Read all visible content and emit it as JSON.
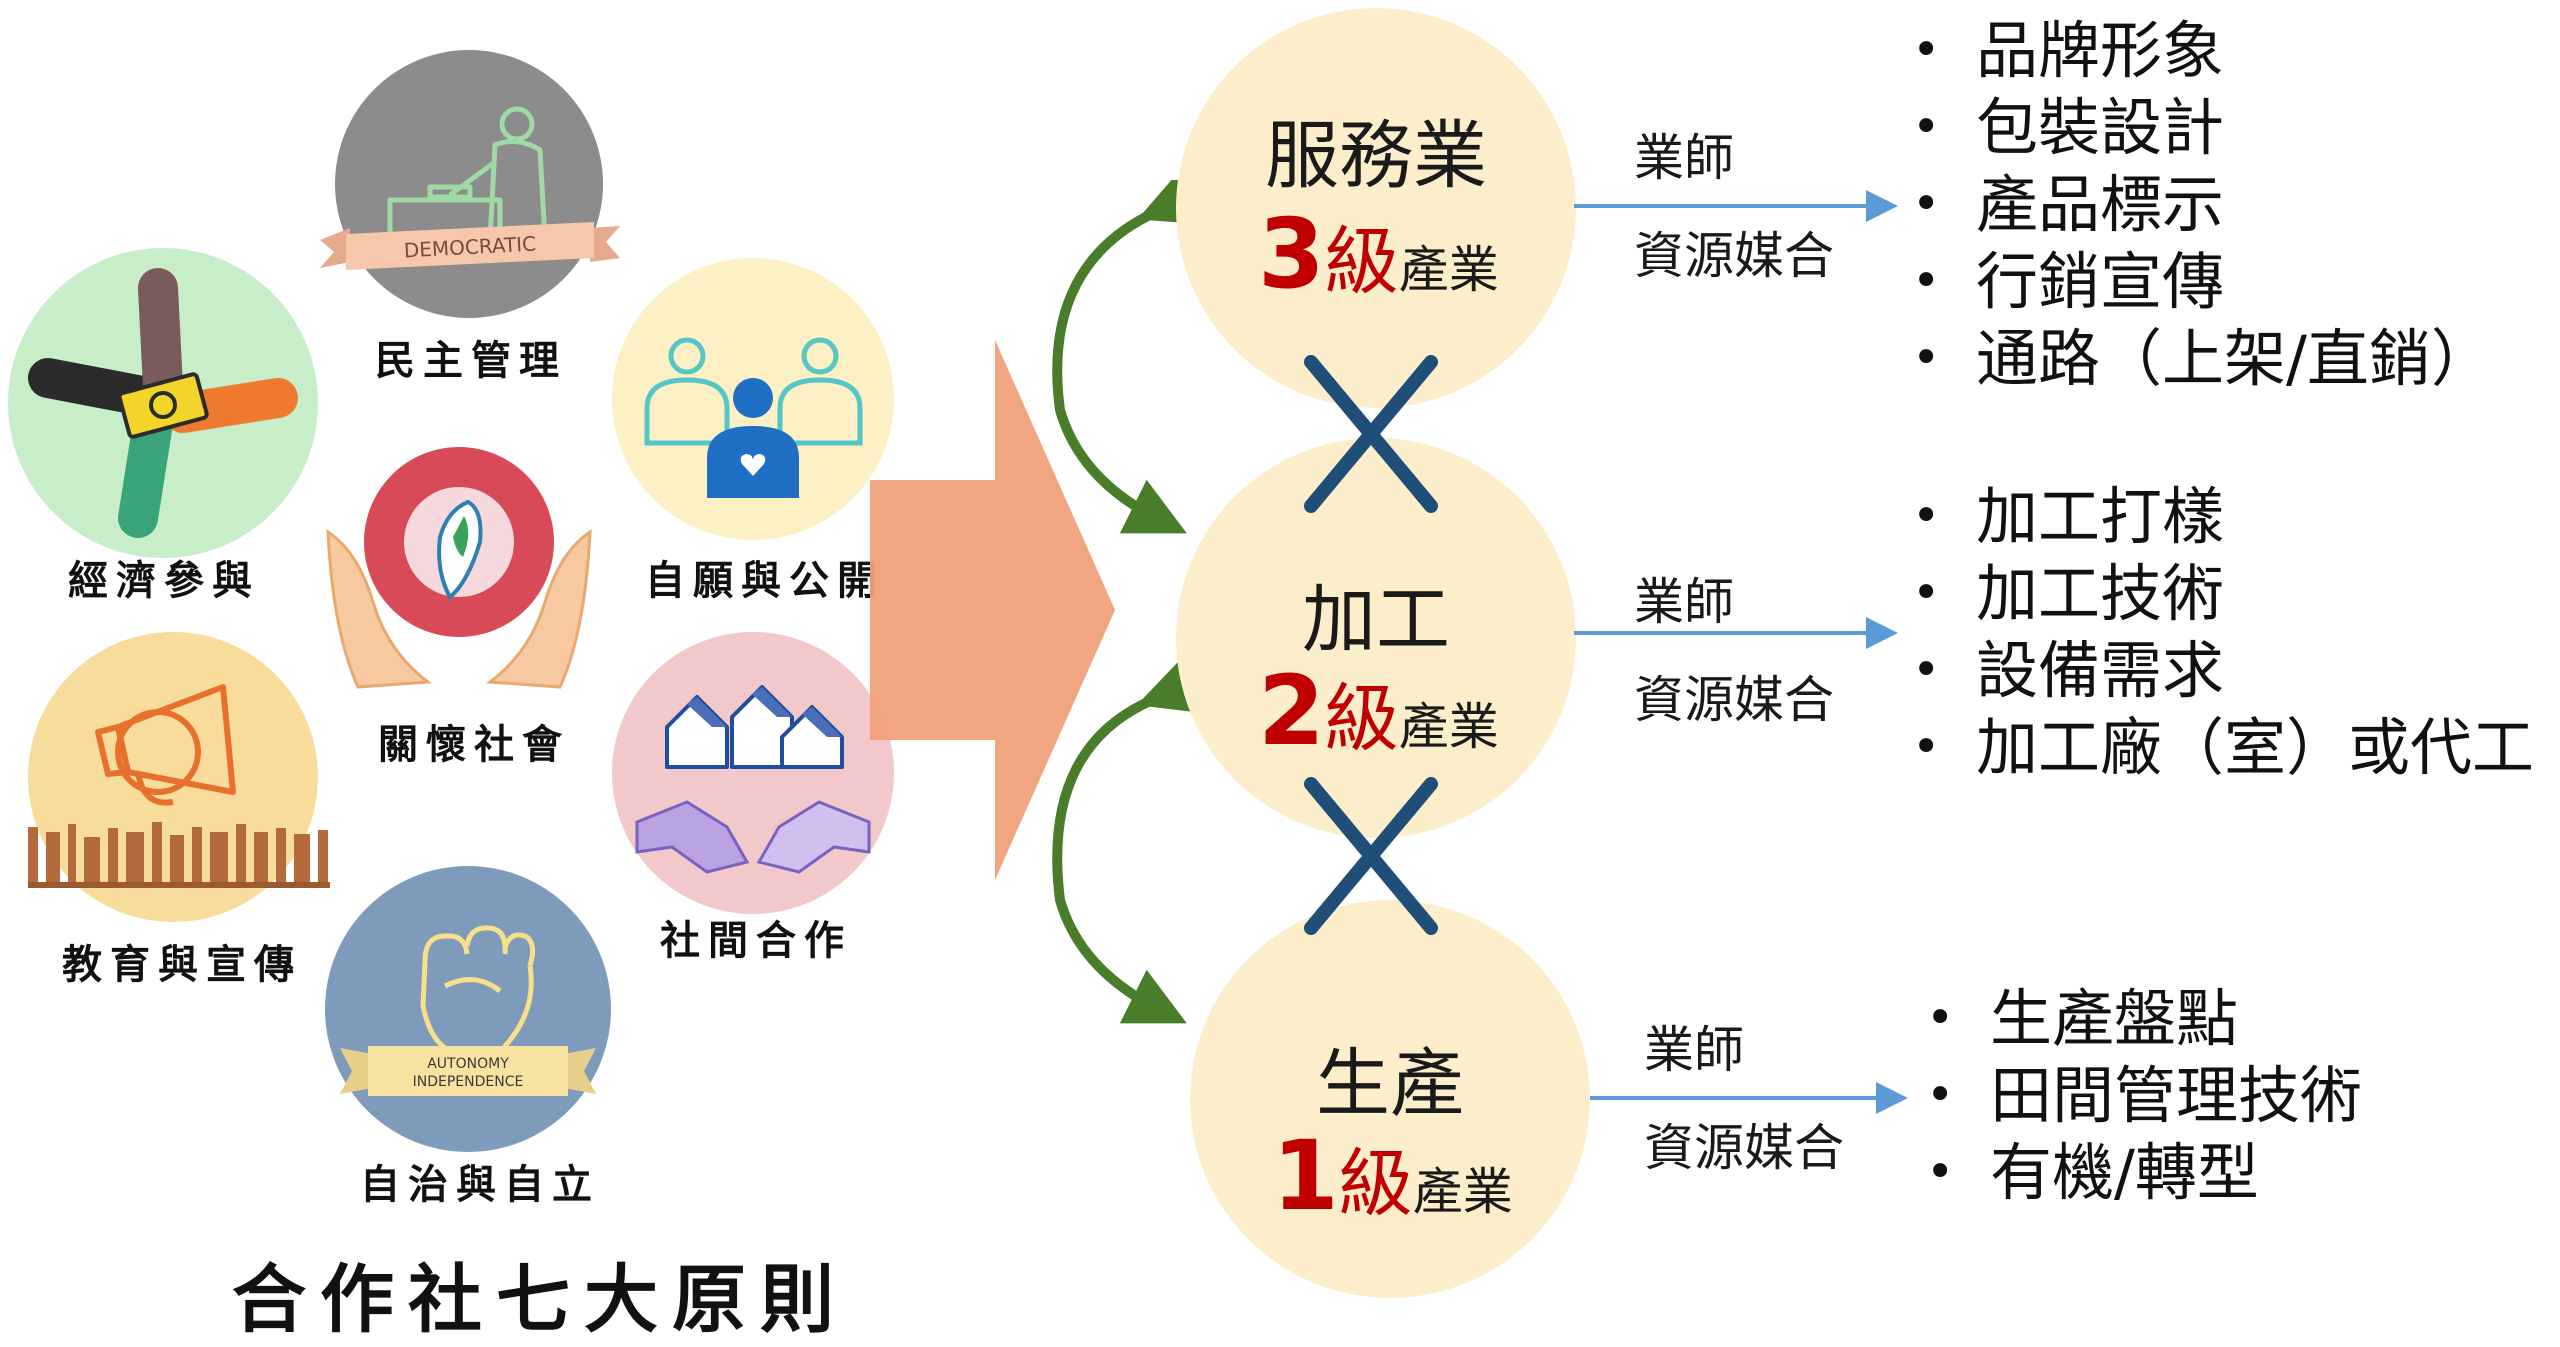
{
  "principles": {
    "democratic": {
      "caption": "民主管理",
      "banner": "DEMOCRATIC"
    },
    "economic": {
      "caption": "經濟參與"
    },
    "voluntary": {
      "caption": "自願與公開"
    },
    "community": {
      "caption": "關懷社會"
    },
    "education": {
      "caption": "教育與宣傳"
    },
    "cooperation": {
      "caption": "社間合作"
    },
    "autonomy": {
      "caption": "自治與自立",
      "banner_line1": "AUTONOMY",
      "banner_line2": "INDEPENDENCE"
    }
  },
  "footer_title": "合作社七大原則",
  "industries": [
    {
      "name": "服務業",
      "level_num": "3",
      "level_ji": "級",
      "level_suffix": "產業",
      "match_top": "業師",
      "match_bottom": "資源媒合",
      "items": [
        "品牌形象",
        "包裝設計",
        "產品標示",
        "行銷宣傳",
        "通路（上架/直銷）"
      ]
    },
    {
      "name": "加工",
      "level_num": "2",
      "level_ji": "級",
      "level_suffix": "產業",
      "match_top": "業師",
      "match_bottom": "資源媒合",
      "items": [
        "加工打樣",
        "加工技術",
        "設備需求",
        "加工廠（室）或代工"
      ]
    },
    {
      "name": "生產",
      "level_num": "1",
      "level_ji": "級",
      "level_suffix": "產業",
      "match_top": "業師",
      "match_bottom": "資源媒合",
      "items": [
        "生產盤點",
        "田間管理技術",
        "有機/轉型"
      ]
    }
  ],
  "colors": {
    "level_red": "#c00000",
    "cross_blue": "#1f4e79",
    "arc_green": "#4a7d2a",
    "link_blue": "#5b9bd5",
    "big_arrow": "#f0a07a",
    "industry_fill": "#fdeecb"
  }
}
